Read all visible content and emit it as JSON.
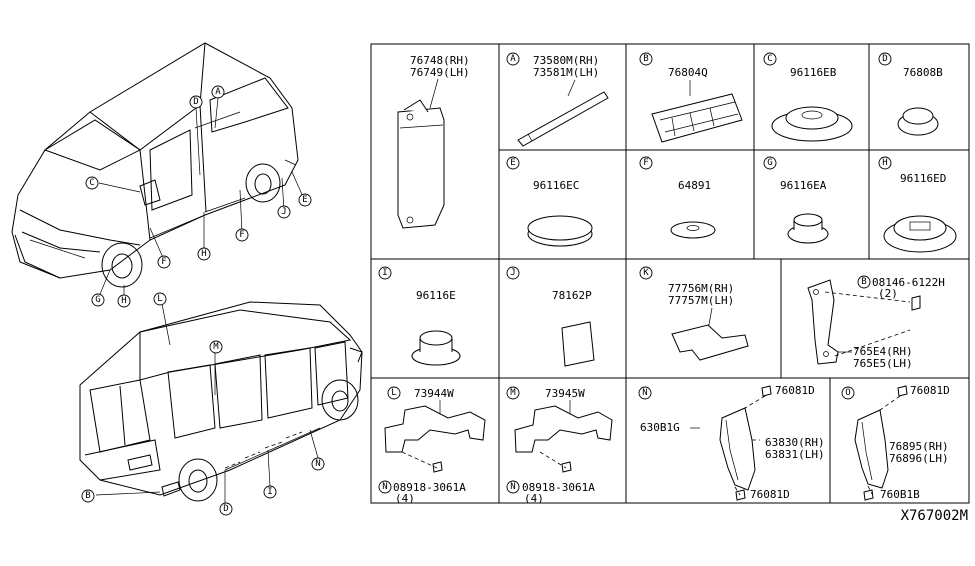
{
  "diagram_code": "X767002M",
  "cells": [
    {
      "id": "main",
      "letter": "",
      "parts": [
        "76748(RH)",
        "76749(LH)"
      ]
    },
    {
      "id": "A",
      "letter": "A",
      "parts": [
        "73580M(RH)",
        "73581M(LH)"
      ]
    },
    {
      "id": "B",
      "letter": "B",
      "parts": [
        "76804Q"
      ]
    },
    {
      "id": "C",
      "letter": "C",
      "parts": [
        "96116EB"
      ]
    },
    {
      "id": "D",
      "letter": "D",
      "parts": [
        "76808B"
      ]
    },
    {
      "id": "E",
      "letter": "E",
      "parts": [
        "96116EC"
      ]
    },
    {
      "id": "F",
      "letter": "F",
      "parts": [
        "64891"
      ]
    },
    {
      "id": "G",
      "letter": "G",
      "parts": [
        "96116EA"
      ]
    },
    {
      "id": "H",
      "letter": "H",
      "parts": [
        "96116ED"
      ]
    },
    {
      "id": "I",
      "letter": "I",
      "parts": [
        "96116E"
      ]
    },
    {
      "id": "J",
      "letter": "J",
      "parts": [
        "78162P"
      ]
    },
    {
      "id": "K",
      "letter": "K",
      "parts": [
        "77756M(RH)",
        "77757M(LH)"
      ]
    },
    {
      "id": "bracket",
      "letter": "",
      "parts": [
        "08146-6122H",
        "(2)",
        "765E4(RH)",
        "765E5(LH)"
      ],
      "bolt_prefix": "B"
    },
    {
      "id": "L",
      "letter": "L",
      "parts": [
        "73944W",
        "08918-3061A",
        "(4)"
      ],
      "nut_prefix": "N"
    },
    {
      "id": "M",
      "letter": "M",
      "parts": [
        "73945W",
        "08918-3061A",
        "(4)"
      ],
      "nut_prefix": "N"
    },
    {
      "id": "N",
      "letter": "N",
      "parts": [
        "76081D",
        "630B1G",
        "63830(RH)",
        "63831(LH)",
        "76081D"
      ]
    },
    {
      "id": "O",
      "letter": "O",
      "parts": [
        "76081D",
        "76895(RH)",
        "76896(LH)",
        "760B1B"
      ]
    }
  ],
  "van_top_callouts": [
    "A",
    "D",
    "C",
    "E",
    "J",
    "F",
    "H",
    "F",
    "G",
    "H"
  ],
  "van_bottom_callouts": [
    "L",
    "M",
    "N",
    "I",
    "D",
    "B"
  ]
}
